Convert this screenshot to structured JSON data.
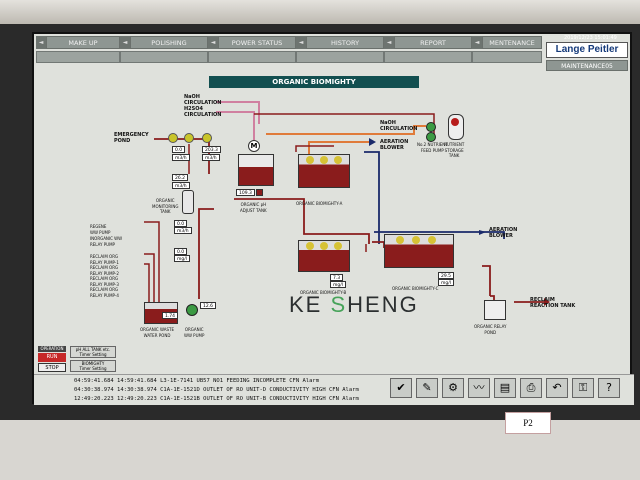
{
  "header": {
    "date": "2019/12/23 15:01:49",
    "maintenance_label": "MAINTENANCE05",
    "brand": "Lange Peitler"
  },
  "nav": [
    "MAKE UP",
    "POLISHING",
    "POWER STATUS",
    "HISTORY",
    "REPORT",
    "MENTENANCE"
  ],
  "screen_title": "ORGANIC BIOMIGHTY",
  "labels": {
    "naoh": "NaOH\nCIRCULATION",
    "h2so4": "H2SO4\nCIRCULATION",
    "emergency_pond": "EMERGENCY\nPOND",
    "organic_monitoring_tank": "ORGANIC\nMONITORING\nTANK",
    "organic_ph_adjust_tank": "ORGANIC pH\nADJUST TANK",
    "organic_biomighty_a": "ORGANIC BIOMIGHTY-A",
    "organic_biomighty_b": "ORGANIC BIOMIGHTY-B",
    "organic_biomighty_c": "ORGANIC BIOMIGHTY-C",
    "naoh2": "NaOH\nCIRCULATION",
    "aeration_blower_1": "AERATION\nBLOWER",
    "aeration_blower_2": "AERATION\nBLOWER",
    "recirc_pump": "No.2 NUTRIENT\nFEED PUMP",
    "nutrient_tank": "NUTRIENT\nSTORAGE\nTANK",
    "regene_ww_pump": "REGENE\nWW PUMP",
    "inorganic_ww_relay_pump": "INORGANIC WW\nRELAY PUMP",
    "reclaim_org_1": "RECLAIM ORG\nRELAY PUMP-1",
    "reclaim_org_2": "RECLAIM ORG\nRELAY PUMP-2",
    "reclaim_org_3": "RECLAIM ORG\nRELAY PUMP-3",
    "reclaim_org_4": "RECLAIM ORG\nRELAY PUMP-4",
    "organic_waste_water_pond": "ORGANIC WASTE\nWATER POND",
    "organic_ww_pump": "ORGANIC\nWW PUMP",
    "reclaim_reaction_tank": "RECLAIM\nREACTION TANK",
    "organic_relay_pond": "ORGANIC RELAY\nPOND"
  },
  "values": {
    "v1": "0.0",
    "v2": "203.3",
    "v3": "26.2",
    "v4": "109.3",
    "v5": "7.3",
    "v6": "29.5",
    "v7": "1.74",
    "v8": "12.6",
    "v9": "0.0",
    "v10": "0.0"
  },
  "units": {
    "m3h": "m3/h",
    "mgl": "mg/l",
    "ph": "pH"
  },
  "run_panel": {
    "mode": "OPERATION",
    "run": "RUN",
    "stop": "STOP",
    "ph_all_tank": "pH ALL TANK etc.\nTimer Setting",
    "biomighty_timer": "BIOMIGHTY\nTimer Setting"
  },
  "alarms": [
    {
      "time": "04:59:41.684 14:59:41.684 L3-1E-7141",
      "text": "UB57 NO1 FEEDING INCOMPLETE",
      "state": "CFN",
      "type": "Alarm"
    },
    {
      "time": "04:30:38.974 14:30:38.974 C1A-1E-1521D",
      "text": "OUTLET OF RO UNIT-D CONDUCTIVITY HIGH",
      "state": "CFN",
      "type": "Alarm"
    },
    {
      "time": "12:49:20.223 12:49:20.223 C1A-1E-1521B",
      "text": "OUTLET OF RO UNIT-B CONDUCTIVITY HIGH",
      "state": "CFN",
      "type": "Alarm"
    }
  ],
  "watermark": {
    "part1": "KE ",
    "part2": "S",
    "part3": "HENG"
  },
  "sticker": "P2",
  "colors": {
    "pipe_red": "#8a1c1c",
    "pipe_blue": "#1a2a6a",
    "pipe_orange": "#e07b3a",
    "pipe_pink": "#d080a0",
    "title_bg": "#124f50"
  }
}
